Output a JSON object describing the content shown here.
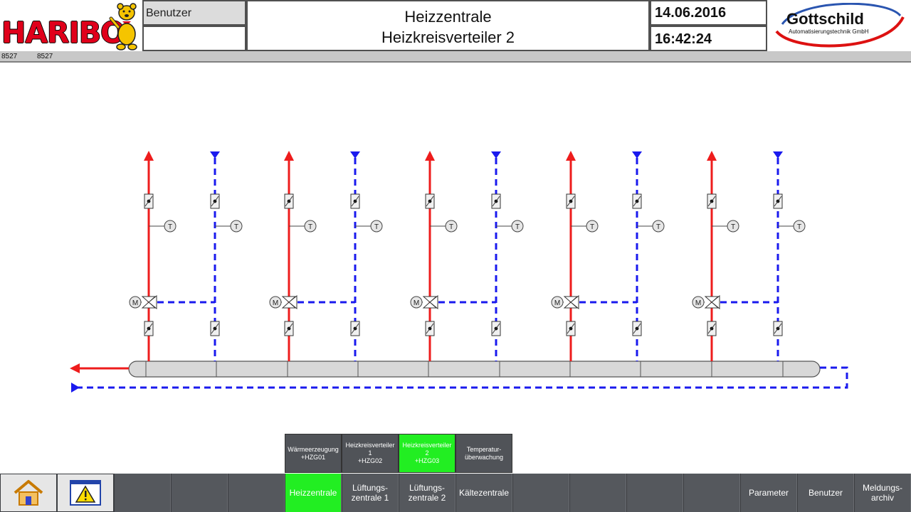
{
  "header": {
    "logo_text": "HARIBO",
    "user_label": "Benutzer",
    "user_value": "",
    "title_line1": "Heizzentrale",
    "title_line2": "Heizkreisverteiler 2",
    "date": "14.06.2016",
    "time": "16:42:24",
    "company_logo": "Gottschild",
    "company_subtitle": "Automatisierungstechnik GmbH"
  },
  "status_strip": {
    "value1": "8527",
    "value2": "8527"
  },
  "diagram": {
    "sensor_label": "T",
    "motor_label": "M",
    "circuits": 5
  },
  "sub_nav": [
    {
      "line1": "Wärmeerzeugung",
      "line2": "+HZG01",
      "active": false
    },
    {
      "line1": "Heizkreisverteiler 1",
      "line2": "+HZG02",
      "active": false
    },
    {
      "line1": "Heizkreisverteiler 2",
      "line2": "+HZG03",
      "active": true
    },
    {
      "line1": "Temperatur-",
      "line2": "überwachung",
      "active": false
    }
  ],
  "bottom_nav": {
    "heizzentrale": "Heizzentrale",
    "lueftung1_l1": "Lüftungs-",
    "lueftung1_l2": "zentrale 1",
    "lueftung2_l1": "Lüftungs-",
    "lueftung2_l2": "zentrale 2",
    "kaelte": "Kältezentrale",
    "parameter": "Parameter",
    "benutzer": "Benutzer",
    "meldung_l1": "Meldungs-",
    "meldung_l2": "archiv"
  },
  "colors": {
    "supply": "#ee1c1c",
    "return": "#1a1aee",
    "active": "#22ee22",
    "nav_bg": "#55585d"
  },
  "icons": {
    "home": "home-icon",
    "alarm": "warning-icon"
  }
}
